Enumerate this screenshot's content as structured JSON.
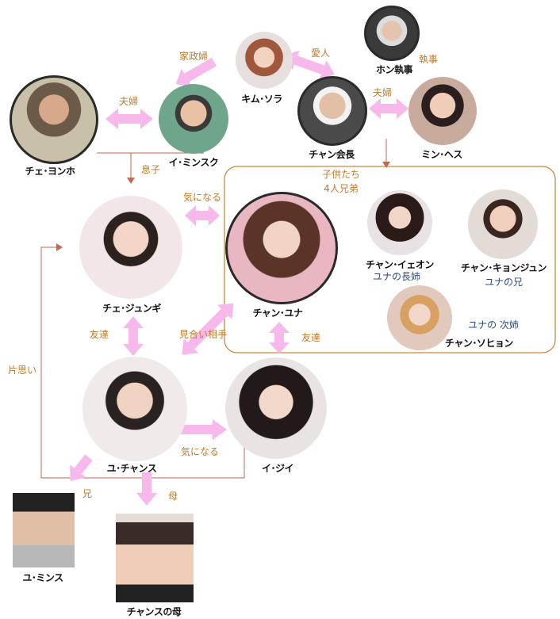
{
  "colors": {
    "arrow": "#f7b8ec",
    "frame": "#c98a3c",
    "line": "#c06a50",
    "label": "#c07a2a",
    "sub": "#2c4a8a"
  },
  "people": {
    "choi_yongho": "チェ･ヨンホ",
    "lee_minsuk": "イ･ミンスク",
    "kim_sora": "キム･ソラ",
    "hong": "ホン執事",
    "chang_chairman": "チャン会長",
    "min_hesu": "ミン･ヘス",
    "chang_ieon": "チャン･イェオン",
    "chang_kyongjun": "チャン･キョンジュン",
    "chang_yuna": "チャン･ユナ",
    "chang_sohyon": "チャン･ソヒョン",
    "choi_jungi": "チェ･ジュンギ",
    "yu_chans": "ユ･チャンス",
    "lee_jii": "イ･ジイ",
    "yu_mins": "ユ･ミンス",
    "chans_mother": "チャンスの母"
  },
  "subtitles": {
    "ieon": "ユナの長姉",
    "kyongjun": "ユナの兄",
    "sohyon": "ユナの 次姉"
  },
  "relations": {
    "kasei": "家政婦",
    "aijin": "愛人",
    "shitsuji": "執事",
    "fuufu1": "夫婦",
    "fuufu2": "夫婦",
    "musuko": "息子",
    "kodomo1": "子供たち",
    "kodomo2": "4人兄弟",
    "kininaru1": "気になる",
    "tomodachi1": "友達",
    "miai": "見合い相手",
    "tomodachi2": "友達",
    "kataomoi": "片思い",
    "kininaru2": "気になる",
    "ani": "兄",
    "haha": "母"
  }
}
